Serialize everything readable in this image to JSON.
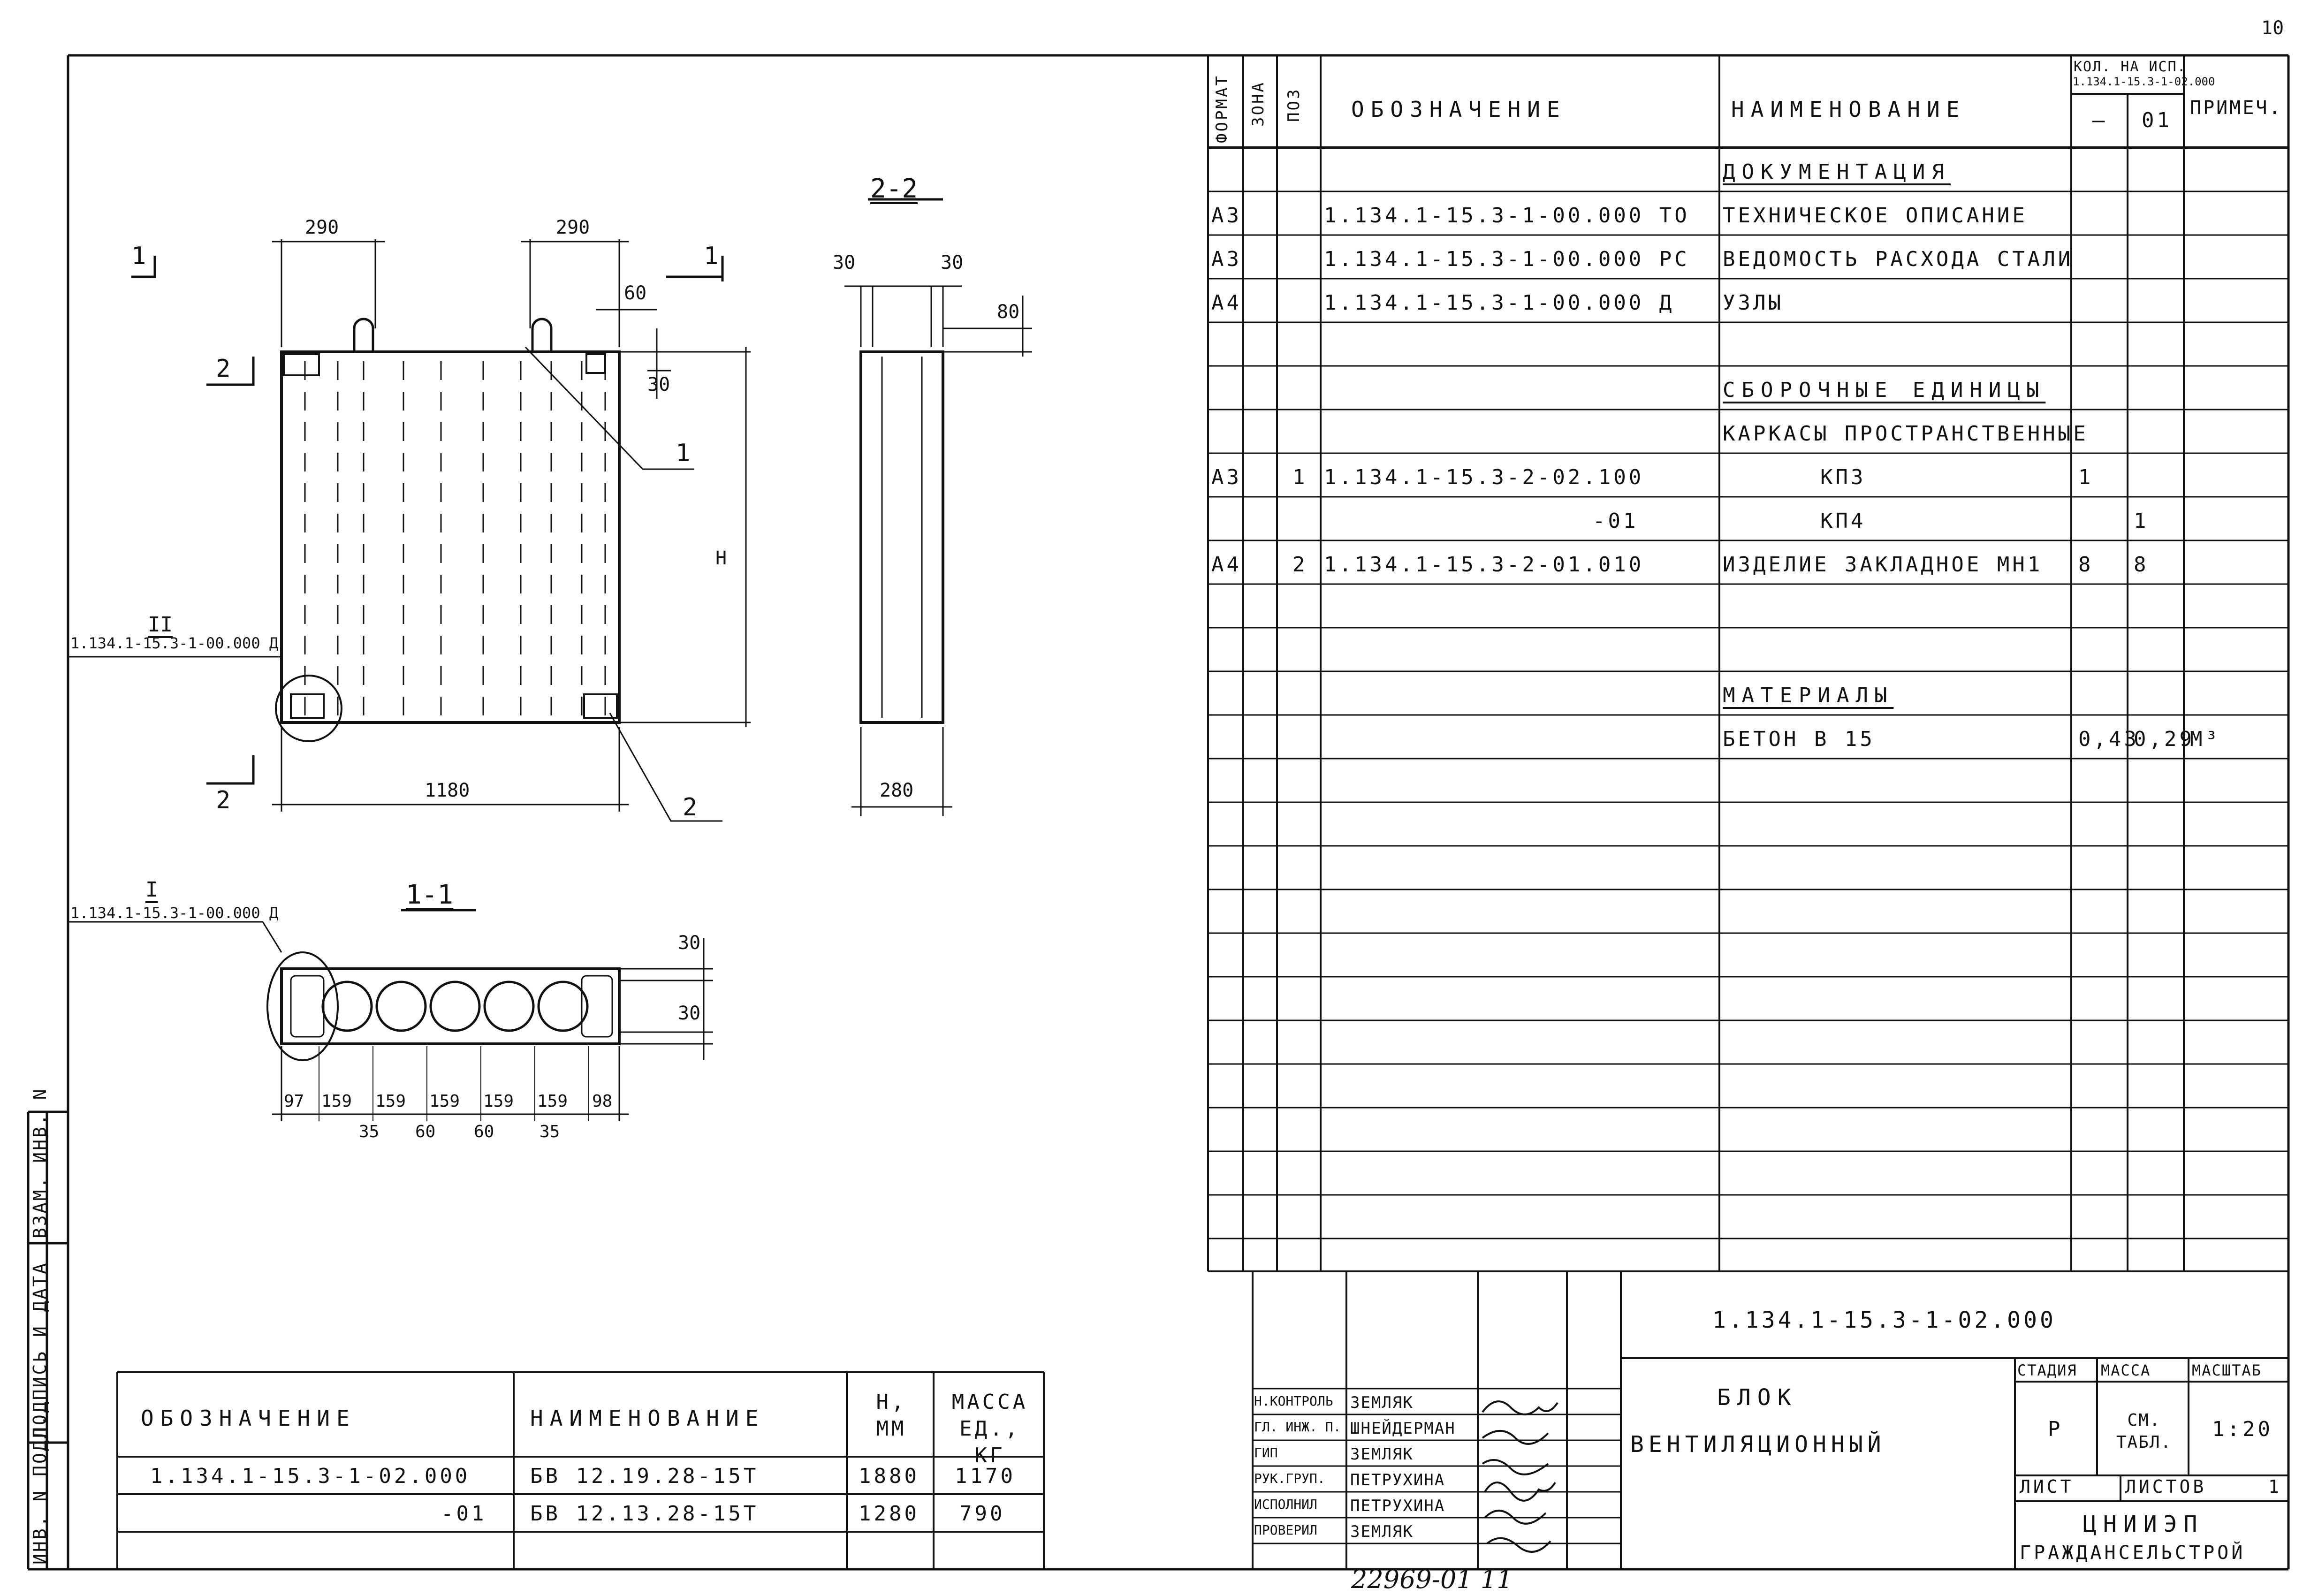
{
  "page_number": "10",
  "stamp_number": "22969-01  11",
  "side_stamp": {
    "inv_podl": "ИНВ. N ПОДЛ.",
    "podpis_data": "ПОДПИСЬ И ДАТА",
    "vzam_inv": "ВЗАМ. ИНВ. N"
  },
  "spec_header": {
    "format": "ФОРМАТ",
    "zona": "ЗОНА",
    "poz": "ПОЗ",
    "oboznachenie": "ОБОЗНАЧЕНИЕ",
    "naimenovanie": "НАИМЕНОВАНИЕ",
    "kol_na_isp": "КОЛ. НА ИСП.",
    "kol_doc": "1.134.1-15.3-1-02.000",
    "kol_col1": "—",
    "kol_col2": "01",
    "primech": "ПРИМЕЧ."
  },
  "spec_rows": [
    {
      "format": "",
      "poz": "",
      "oboz": "",
      "name": "ДОКУМЕНТАЦИЯ",
      "q1": "",
      "q2": "",
      "note": "",
      "section": true
    },
    {
      "format": "А3",
      "poz": "",
      "oboz": "1.134.1-15.3-1-00.000 ТО",
      "name": "ТЕХНИЧЕСКОЕ ОПИСАНИЕ",
      "q1": "",
      "q2": "",
      "note": ""
    },
    {
      "format": "А3",
      "poz": "",
      "oboz": "1.134.1-15.3-1-00.000 РС",
      "name": "ВЕДОМОСТЬ РАСХОДА СТАЛИ",
      "q1": "",
      "q2": "",
      "note": ""
    },
    {
      "format": "А4",
      "poz": "",
      "oboz": "1.134.1-15.3-1-00.000 Д",
      "name": "УЗЛЫ",
      "q1": "",
      "q2": "",
      "note": ""
    },
    {
      "format": "",
      "poz": "",
      "oboz": "",
      "name": "",
      "q1": "",
      "q2": "",
      "note": ""
    },
    {
      "format": "",
      "poz": "",
      "oboz": "",
      "name": "СБОРОЧНЫЕ ЕДИНИЦЫ",
      "q1": "",
      "q2": "",
      "note": "",
      "section": true
    },
    {
      "format": "",
      "poz": "",
      "oboz": "",
      "name": "КАРКАСЫ ПРОСТРАНСТВЕННЫЕ",
      "q1": "",
      "q2": "",
      "note": ""
    },
    {
      "format": "А3",
      "poz": "1",
      "oboz": "1.134.1-15.3-2-02.100",
      "name": "КП3",
      "q1": "1",
      "q2": "",
      "note": ""
    },
    {
      "format": "",
      "poz": "",
      "oboz": "-01",
      "name": "КП4",
      "q1": "",
      "q2": "1",
      "note": ""
    },
    {
      "format": "А4",
      "poz": "2",
      "oboz": "1.134.1-15.3-2-01.010",
      "name": "ИЗДЕЛИЕ ЗАКЛАДНОЕ МН1",
      "q1": "8",
      "q2": "8",
      "note": ""
    },
    {
      "format": "",
      "poz": "",
      "oboz": "",
      "name": "",
      "q1": "",
      "q2": "",
      "note": ""
    },
    {
      "format": "",
      "poz": "",
      "oboz": "",
      "name": "",
      "q1": "",
      "q2": "",
      "note": ""
    },
    {
      "format": "",
      "poz": "",
      "oboz": "",
      "name": "МАТЕРИАЛЫ",
      "q1": "",
      "q2": "",
      "note": "",
      "section": true
    },
    {
      "format": "",
      "poz": "",
      "oboz": "",
      "name": "БЕТОН        В 15",
      "q1": "0,43",
      "q2": "0,29",
      "note": "М³"
    }
  ],
  "title_block": {
    "doc_number": "1.134.1-15.3-1-02.000",
    "product_name_1": "БЛОК",
    "product_name_2": "ВЕНТИЛЯЦИОННЫЙ",
    "stadiya_label": "СТАДИЯ",
    "massa_label": "МАССА",
    "masshtab_label": "МАСШТАБ",
    "stadiya": "Р",
    "massa": "СМ. ТАБЛ.",
    "masshtab": "1:20",
    "list_label": "ЛИСТ",
    "listov_label": "ЛИСТОВ",
    "listov": "1",
    "org_1": "ЦНИИЭП",
    "org_2": "ГРАЖДАНСЕЛЬСТРОЙ",
    "signatures": [
      {
        "role": "Н.КОНТРОЛЬ",
        "name": "ЗЕМЛЯК"
      },
      {
        "role": "ГЛ. ИНЖ. П.",
        "name": "ШНЕЙДЕРМАН"
      },
      {
        "role": "ГИП",
        "name": "ЗЕМЛЯК"
      },
      {
        "role": "РУК.ГРУП.",
        "name": "ПЕТРУХИНА"
      },
      {
        "role": "ИСПОЛНИЛ",
        "name": "ПЕТРУХИНА"
      },
      {
        "role": "ПРОВЕРИЛ",
        "name": "ЗЕМЛЯК"
      }
    ]
  },
  "variants_table": {
    "headers": [
      "ОБОЗНАЧЕНИЕ",
      "НАИМЕНОВАНИЕ",
      "Н, ММ",
      "МАССА ЕД., КГ"
    ],
    "rows": [
      [
        "1.134.1-15.3-1-02.000",
        "БВ 12.19.28-15Т",
        "1880",
        "1170"
      ],
      [
        "-01",
        "БВ 12.13.28-15Т",
        "1280",
        "790"
      ]
    ]
  },
  "drawing_labels": {
    "section_22": "2-2",
    "section_11": "1-1",
    "cut_1": "1",
    "cut_2": "2",
    "dim_290a": "290",
    "dim_290b": "290",
    "dim_60": "60",
    "dim_30": "30",
    "dim_H": "Н",
    "dim_1180": "1180",
    "leader_1": "1",
    "leader_2": "2",
    "node_II": "II",
    "node_II_ref": "1.134.1-15.3-1-00.000 Д",
    "s22_30a": "30",
    "s22_30b": "30",
    "s22_80": "80",
    "s22_280": "280",
    "node_I": "I",
    "node_I_ref": "1.134.1-15.3-1-00.000 Д",
    "s11_30a": "30",
    "s11_30b": "30",
    "s11_dims": [
      "97",
      "159",
      "159",
      "159",
      "159",
      "159",
      "98"
    ],
    "s11_sub": [
      "35",
      "60",
      "60",
      "35"
    ]
  }
}
